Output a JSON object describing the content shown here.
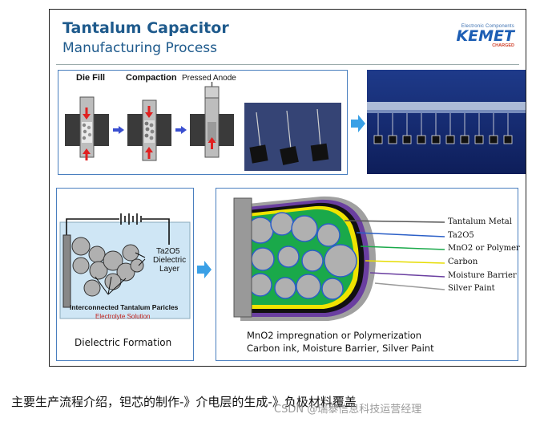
{
  "slide": {
    "title": "Tantalum Capacitor",
    "subtitle": "Manufacturing Process",
    "logo": {
      "sub": "Electronic Components",
      "main": "KEMET",
      "tag": "CHARGED"
    }
  },
  "step1": {
    "die_fill": "Die Fill",
    "compaction": "Compaction",
    "pressed_anode": "Pressed Anode"
  },
  "dielectric": {
    "ta2o5": "Ta2O5",
    "ta2o5_line2": "Dielectric",
    "ta2o5_line3": "Layer",
    "particles": "Interconnected Tantalum Paricles",
    "electrolyte": "Electrolyte Solution",
    "title": "Dielectric Formation"
  },
  "layers": {
    "items": [
      {
        "label": "Tantalum Metal",
        "color": "#555555"
      },
      {
        "label": "Ta2O5",
        "color": "#2b5fc7"
      },
      {
        "label": "MnO2 or Polymer",
        "color": "#1aa94a"
      },
      {
        "label": "Carbon",
        "color": "#e6dc00"
      },
      {
        "label": "Moisture Barrier",
        "color": "#6a3fa0"
      },
      {
        "label": "Silver Paint",
        "color": "#999999"
      }
    ],
    "caption1": "MnO2 impregnation or Polymerization",
    "caption2": "Carbon ink, Moisture Barrier, Silver Paint"
  },
  "caption": "主要生产流程介绍，钽芯的制作-》介电层的生成-》负极材料覆盖",
  "watermark": "CSDN @瑞泰信息科技运营经理"
}
